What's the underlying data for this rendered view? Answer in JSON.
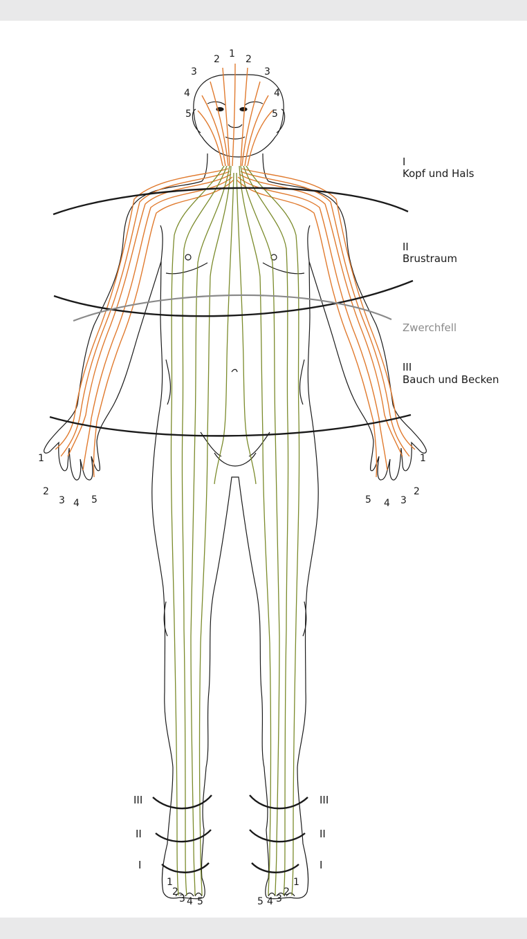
{
  "regions": {
    "head_neck": {
      "numeral": "I",
      "name": "Kopf und Hals"
    },
    "chest": {
      "numeral": "II",
      "name": "Brustraum"
    },
    "diaphragm": {
      "name": "Zwerchfell"
    },
    "abdomen": {
      "numeral": "III",
      "name": "Bauch und Becken"
    }
  },
  "head_numbers": {
    "top": "1",
    "left": [
      "2",
      "3",
      "4",
      "5"
    ],
    "right": [
      "2",
      "3",
      "4",
      "5"
    ]
  },
  "hand_numbers": {
    "left": [
      "1",
      "2",
      "3",
      "4",
      "5"
    ],
    "right": [
      "1",
      "2",
      "3",
      "4",
      "5"
    ]
  },
  "foot_zones": [
    "III",
    "II",
    "I"
  ],
  "toe_numbers": {
    "left": [
      "1",
      "2",
      "3",
      "4",
      "5"
    ],
    "right": [
      "1",
      "2",
      "3",
      "4",
      "5"
    ]
  },
  "colors": {
    "meridian_upper": "#e07a2e",
    "meridian_lower": "#7a8a2a",
    "zone_line": "#1a1a1a",
    "diaphragm_line": "#8a8a8a",
    "outline": "#1a1a1a"
  }
}
